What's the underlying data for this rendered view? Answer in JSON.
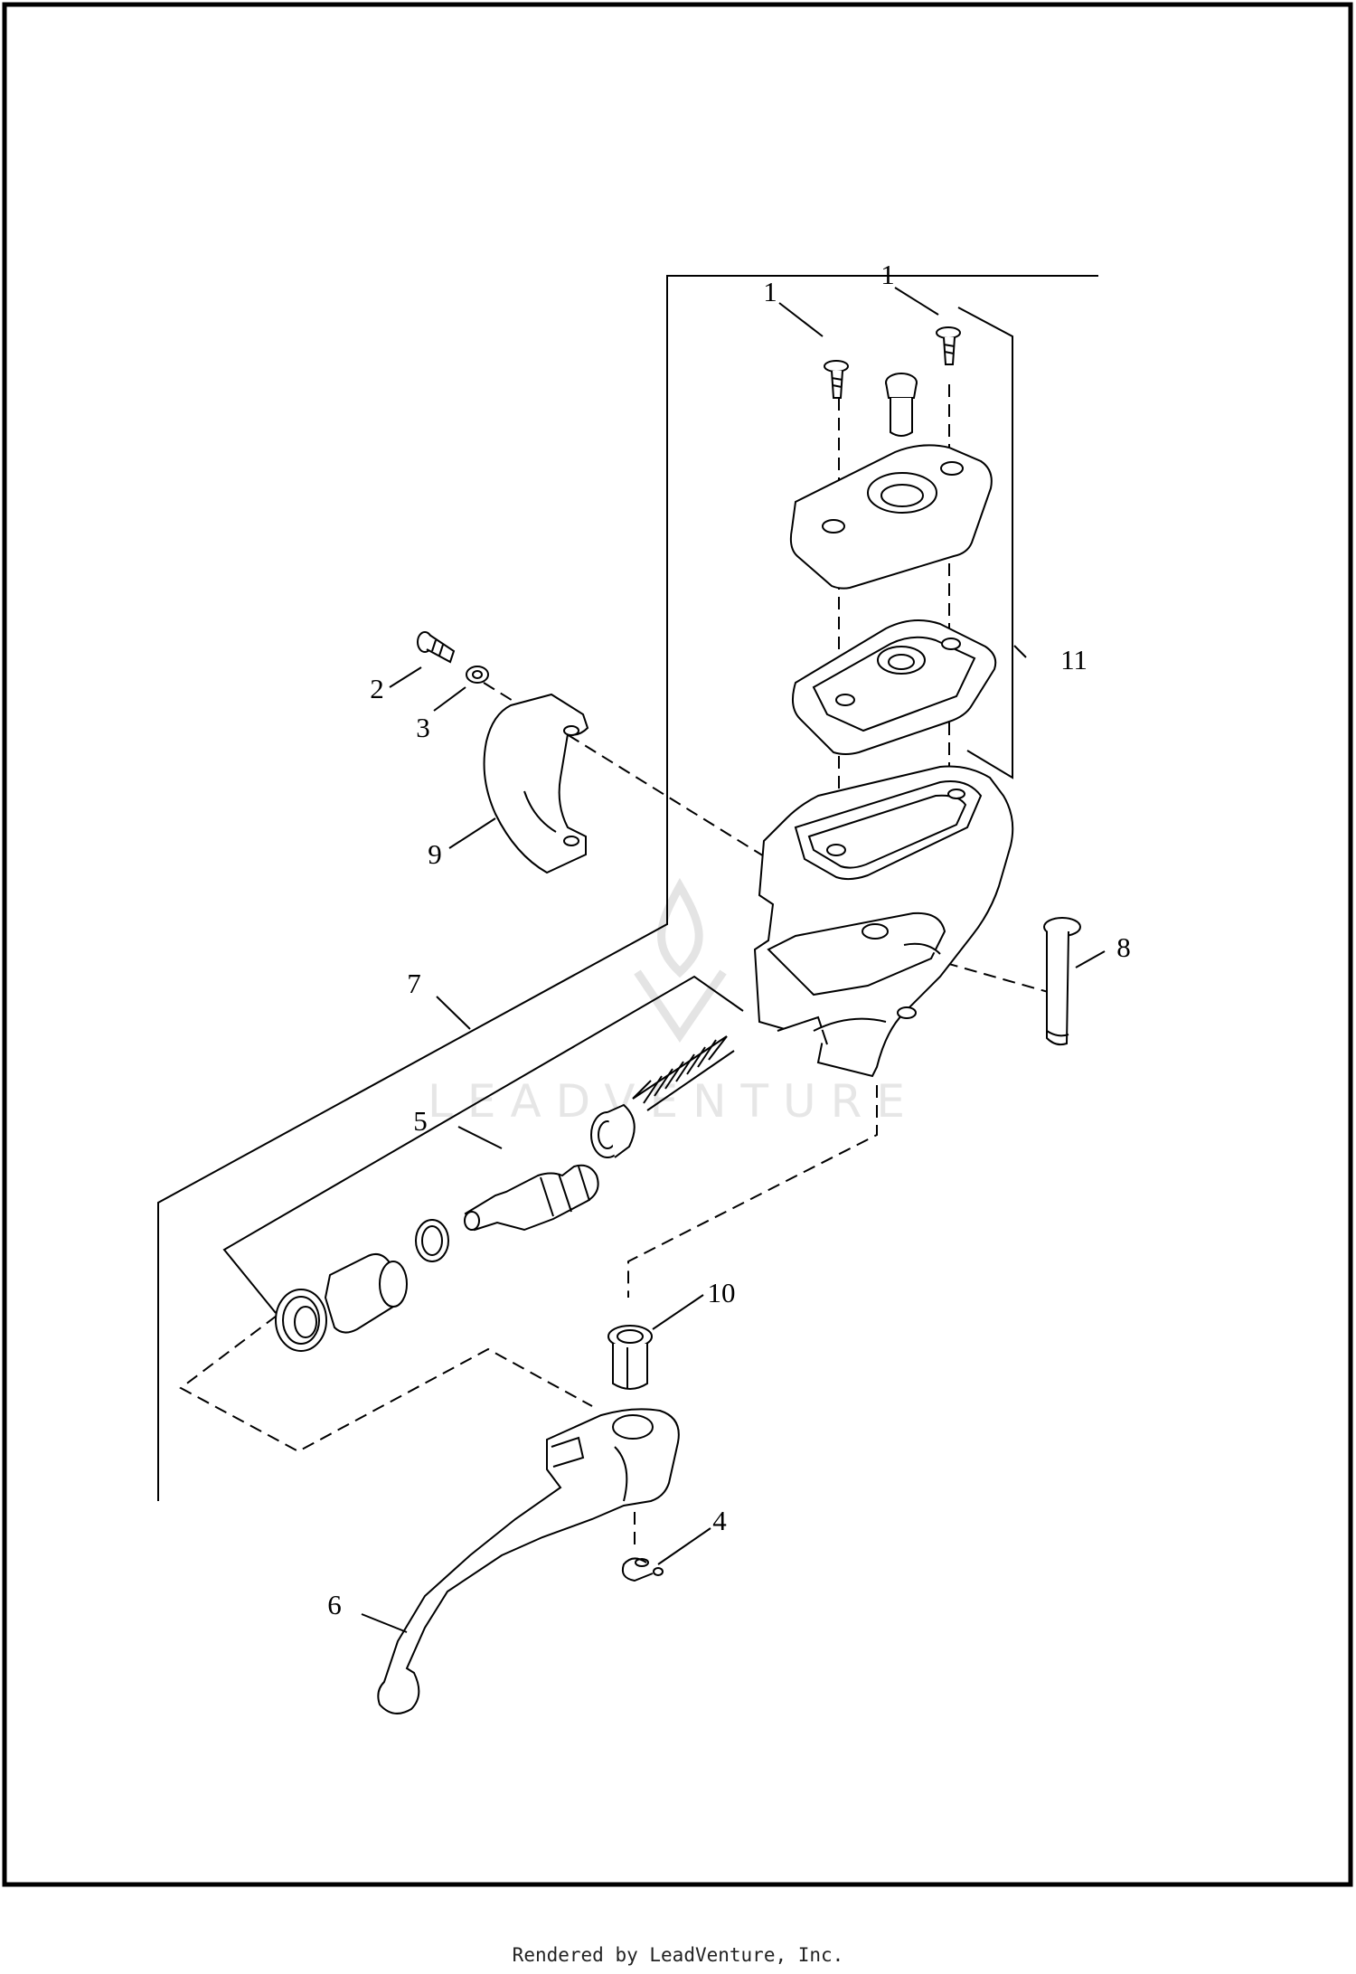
{
  "callouts": {
    "c1a": "1",
    "c1b": "1",
    "c2": "2",
    "c3": "3",
    "c4": "4",
    "c5": "5",
    "c6": "6",
    "c7": "7",
    "c8": "8",
    "c9": "9",
    "c10": "10",
    "c11": "11"
  },
  "watermark": "LEADVENTURE",
  "footer": "Rendered by LeadVenture, Inc."
}
